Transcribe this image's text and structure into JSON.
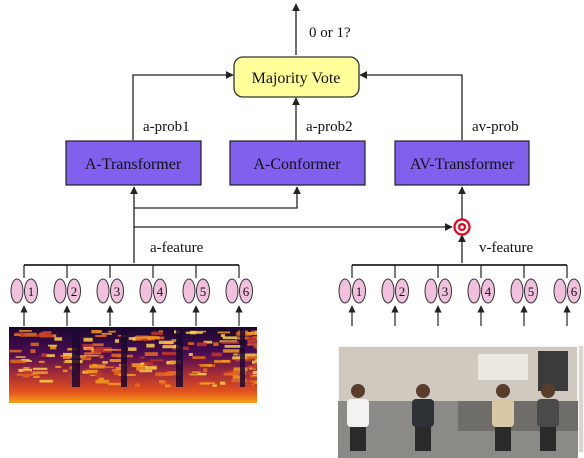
{
  "output_label": "0 or 1?",
  "majority_vote": {
    "label": "Majority Vote",
    "fill": "#ffff99",
    "stroke": "#333333"
  },
  "transformer_fill": "#8060ec",
  "models": [
    {
      "id": "a-transformer",
      "label": "A-Transformer",
      "prob_label": "a-prob1"
    },
    {
      "id": "a-conformer",
      "label": "A-Conformer",
      "prob_label": "a-prob2"
    },
    {
      "id": "av-transformer",
      "label": "AV-Transformer",
      "prob_label": "av-prob"
    }
  ],
  "features": {
    "audio": "a-feature",
    "video": "v-feature"
  },
  "fusion_marker_color": "#e8001c",
  "token_fill": "#f0c0dc",
  "token_stroke": "#333333",
  "audio_tokens": [
    "1",
    "2",
    "3",
    "4",
    "5",
    "6"
  ],
  "video_tokens": [
    "1",
    "2",
    "3",
    "4",
    "5",
    "6"
  ]
}
